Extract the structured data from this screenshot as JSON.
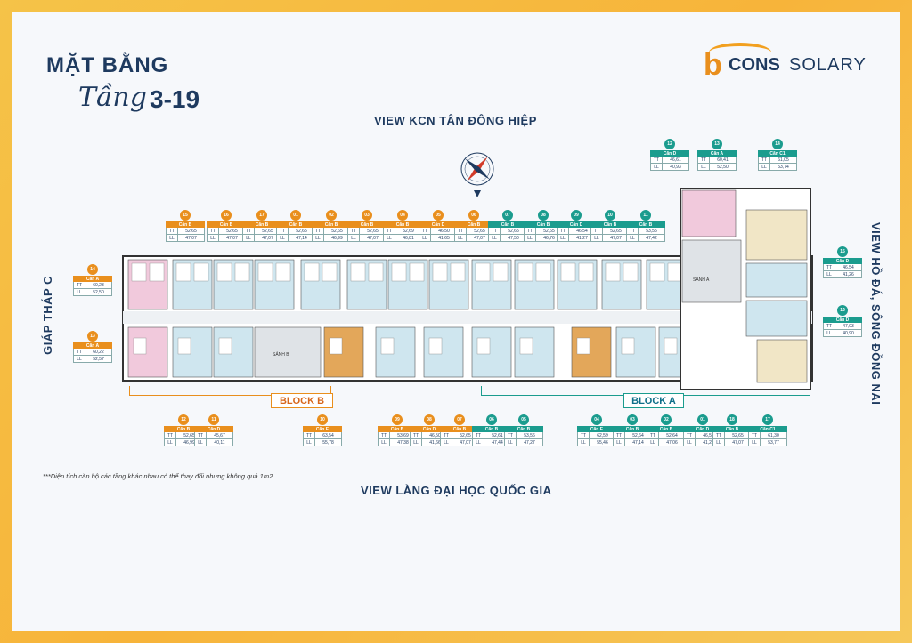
{
  "header": {
    "title": "MẶT BẰNG",
    "script": "Tầng",
    "floor": "3-19"
  },
  "logo": {
    "b": "b",
    "cons": "CONS",
    "solary": "SOLARY"
  },
  "views": {
    "top": "VIEW KCN TÂN ĐÔNG HIỆP",
    "bottom": "VIEW LÀNG ĐẠI HỌC QUỐC GIA",
    "left": "GIÁP THÁP C",
    "right": "VIEW HỒ ĐÁ, SÔNG ĐỒNG NAI"
  },
  "note": "***Diện tích căn hộ các tầng khác nhau có thể thay đổi nhưng không quá 1m2",
  "blocks": {
    "a": "BLOCK A",
    "b": "BLOCK B"
  },
  "plan_labels": {
    "lobby_a": "SẢNH A",
    "lobby_b": "SẢNH B"
  },
  "colors": {
    "orange": "#e98f1d",
    "teal": "#1b9c8e",
    "navy": "#1e3a5f",
    "room_blue": "#cfe6ef",
    "room_pink": "#f1c9dc",
    "room_tan": "#f1e6c6",
    "room_orange": "#e3a75a"
  },
  "labels": {
    "tt": "TT",
    "ll": "LL"
  },
  "units": {
    "top": [
      {
        "num": "15",
        "type": "Căn B",
        "tt": "52,65",
        "ll": "47,07",
        "c": "o"
      },
      {
        "num": "16",
        "type": "Căn B",
        "tt": "52,65",
        "ll": "47,07",
        "c": "o"
      },
      {
        "num": "17",
        "type": "Căn B",
        "tt": "52,65",
        "ll": "47,07",
        "c": "o"
      },
      {
        "num": "01",
        "type": "Căn B",
        "tt": "52,65",
        "ll": "47,14",
        "c": "o"
      },
      {
        "num": "02",
        "type": "Căn B",
        "tt": "52,65",
        "ll": "46,99",
        "c": "o"
      },
      {
        "num": "03",
        "type": "Căn B",
        "tt": "52,65",
        "ll": "47,07",
        "c": "o"
      },
      {
        "num": "04",
        "type": "Căn B",
        "tt": "52,69",
        "ll": "46,81",
        "c": "o"
      },
      {
        "num": "05",
        "type": "Căn D",
        "tt": "46,50",
        "ll": "41,65",
        "c": "o"
      },
      {
        "num": "06",
        "type": "Căn B",
        "tt": "52,65",
        "ll": "47,07",
        "c": "o"
      },
      {
        "num": "07",
        "type": "Căn B",
        "tt": "52,65",
        "ll": "47,50",
        "c": "t"
      },
      {
        "num": "08",
        "type": "Căn B",
        "tt": "52,65",
        "ll": "46,76",
        "c": "t"
      },
      {
        "num": "09",
        "type": "Căn D",
        "tt": "46,54",
        "ll": "41,27",
        "c": "t"
      },
      {
        "num": "10",
        "type": "Căn B",
        "tt": "52,65",
        "ll": "47,07",
        "c": "t"
      },
      {
        "num": "11",
        "type": "Căn B",
        "tt": "53,55",
        "ll": "47,42",
        "c": "t"
      }
    ],
    "upper_right": [
      {
        "num": "12",
        "type": "Căn D",
        "tt": "46,61",
        "ll": "40,93",
        "c": "t"
      },
      {
        "num": "13",
        "type": "Căn A",
        "tt": "60,41",
        "ll": "52,50",
        "c": "t"
      },
      {
        "num": "14",
        "type": "Căn C1",
        "tt": "61,05",
        "ll": "53,74",
        "c": "t"
      }
    ],
    "right": [
      {
        "num": "15",
        "type": "Căn D",
        "tt": "46,54",
        "ll": "41,26",
        "c": "t"
      },
      {
        "num": "16",
        "type": "Căn D",
        "tt": "47,03",
        "ll": "40,90",
        "c": "t"
      }
    ],
    "left": [
      {
        "num": "14",
        "type": "Căn A",
        "tt": "60,23",
        "ll": "52,50",
        "c": "o"
      },
      {
        "num": "13",
        "type": "Căn A",
        "tt": "60,22",
        "ll": "52,57",
        "c": "o"
      }
    ],
    "bottom": [
      {
        "num": "12",
        "type": "Căn B",
        "tt": "52,65",
        "ll": "46,99",
        "c": "o"
      },
      {
        "num": "11",
        "type": "Căn D",
        "tt": "45,67",
        "ll": "40,11",
        "c": "o"
      },
      {
        "num": "10",
        "type": "Căn E",
        "tt": "63,54",
        "ll": "55,78",
        "c": "o"
      },
      {
        "num": "09",
        "type": "Căn B",
        "tt": "53,69",
        "ll": "47,38",
        "c": "o"
      },
      {
        "num": "08",
        "type": "Căn D",
        "tt": "46,50",
        "ll": "41,66",
        "c": "o"
      },
      {
        "num": "07",
        "type": "Căn B",
        "tt": "52,65",
        "ll": "47,07",
        "c": "o"
      },
      {
        "num": "06",
        "type": "Căn B",
        "tt": "52,61",
        "ll": "47,44",
        "c": "t"
      },
      {
        "num": "05",
        "type": "Căn B",
        "tt": "53,56",
        "ll": "47,27",
        "c": "t"
      },
      {
        "num": "04",
        "type": "Căn E",
        "tt": "62,59",
        "ll": "55,46",
        "c": "t"
      },
      {
        "num": "03",
        "type": "Căn B",
        "tt": "52,64",
        "ll": "47,14",
        "c": "t"
      },
      {
        "num": "02",
        "type": "Căn B",
        "tt": "52,64",
        "ll": "47,06",
        "c": "t"
      },
      {
        "num": "01",
        "type": "Căn D",
        "tt": "46,54",
        "ll": "41,21",
        "c": "t"
      },
      {
        "num": "18",
        "type": "Căn B",
        "tt": "52,65",
        "ll": "47,07",
        "c": "t"
      },
      {
        "num": "17",
        "type": "Căn C1",
        "tt": "61,30",
        "ll": "53,77",
        "c": "t"
      }
    ]
  }
}
